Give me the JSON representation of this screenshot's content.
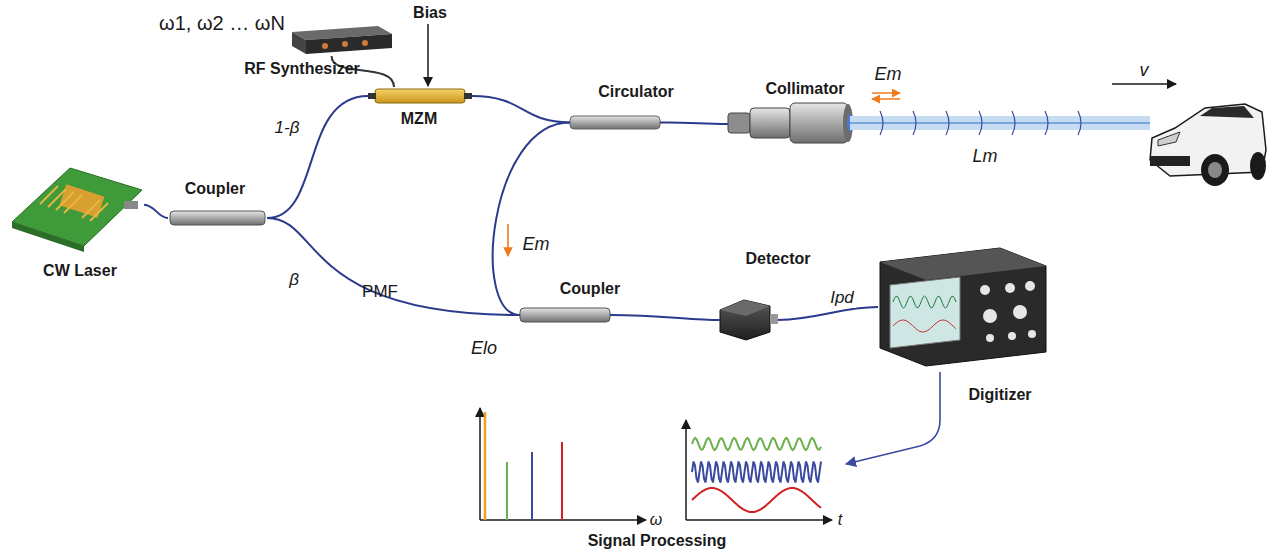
{
  "diagram": {
    "nodes": [
      {
        "text": [
          "CW Laser"
        ]
      },
      {
        "text": [
          "Coupler"
        ]
      },
      {
        "text": [
          "RF Synthesizer"
        ]
      },
      {
        "text": [
          "MZM"
        ]
      },
      {
        "text": [
          "Circulator"
        ]
      },
      {
        "text": [
          "Collimator"
        ]
      },
      {
        "text": [
          "Coupler"
        ]
      },
      {
        "text": [
          "Detector"
        ]
      },
      {
        "text": [
          "Digitizer"
        ]
      }
    ],
    "edges": [
      {
        "from": 0,
        "to": 1,
        "arrow": "none"
      },
      {
        "from": 1,
        "to": 3,
        "label": "1-β",
        "arrow": "none"
      },
      {
        "from": 1,
        "to": 6,
        "label": "β",
        "arrow": "none"
      },
      {
        "from": 2,
        "to": 3,
        "arrow": "none"
      },
      {
        "from": 3,
        "to": 4,
        "arrow": "none"
      },
      {
        "from": 4,
        "to": 5,
        "arrow": "none"
      },
      {
        "from": 4,
        "to": 6,
        "arrow": "none"
      },
      {
        "from": 6,
        "to": 7,
        "arrow": "none"
      },
      {
        "from": 7,
        "to": 8,
        "label": "Ipd",
        "arrow": "none"
      }
    ],
    "labels": [
      "ω1, ω2 … ωN",
      "Bias",
      "PMF",
      "Elo",
      "Em",
      "Em",
      "Lm",
      "v",
      "Signal Processing",
      "ω",
      "t"
    ]
  }
}
